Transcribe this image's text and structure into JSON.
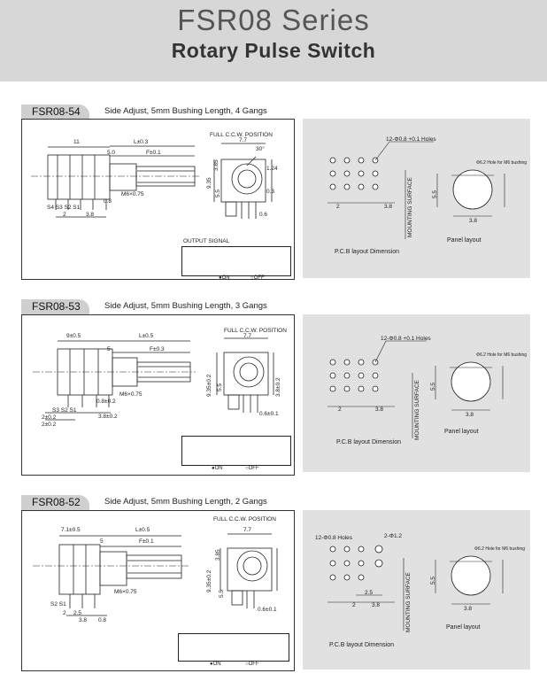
{
  "header": {
    "title": "FSR08 Series",
    "subtitle": "Rotary Pulse Switch"
  },
  "sections": [
    {
      "model": "FSR08-54",
      "description": "Side Adjust, 5mm Bushing Length, 4 Gangs",
      "dims": {
        "width": "11",
        "length": "L±0.3",
        "bushing": "5.0",
        "shaft": "F±0.1",
        "thread": "M6×0.75",
        "pin_pitch": "2",
        "last_pitch": "3.8",
        "switches": "S4 S3 S2 S1",
        "side_w": "7.7",
        "ccw": "FULL C.C.W. POSITION",
        "angle": "30°",
        "h1": "3.85",
        "h2": "9.35",
        "h3": "5.5",
        "h4": "1.24",
        "pin": "0.8",
        "pin2": "0.6",
        "small": "0.3"
      },
      "output_signal": "OUTPUT SIGNAL",
      "legend_on": "●ON",
      "legend_off": "○OFF",
      "pcb": {
        "holes": "12-Φ0.8 +0.1 Holes",
        "d1": "2",
        "d2": "3.8",
        "mounting": "MOUNTING SURFACE",
        "pcb_caption": "P.C.B layout Dimension",
        "panel_caption": "Panel layout",
        "panel_hole": "Φ6.2 Hole for M6 bushing",
        "panel_w": "3.8",
        "panel_h": "5.5"
      }
    },
    {
      "model": "FSR08-53",
      "description": "Side Adjust, 5mm Bushing Length, 3 Gangs",
      "dims": {
        "width": "9±0.5",
        "length": "L±0.5",
        "bushing": "5",
        "shaft": "F±0.3",
        "thread": "M6×0.75",
        "pin_a": "2±0.2",
        "pin_b": "2±0.2",
        "pin_c": "0.8±0.2",
        "last_pitch": "3.8±0.2",
        "switches": "S3 S2 S1",
        "side_w": "7.7",
        "ccw": "FULL C.C.W. POSITION",
        "h2": "9.35±0.2",
        "h3": "5.5",
        "h4": "3.8±0.2",
        "pin2": "0.6±0.1"
      },
      "legend_on": "●ON",
      "legend_off": "○OFF",
      "pcb": {
        "holes": "12-Φ0.8 +0.1 Holes",
        "d1": "2",
        "d2": "3.8",
        "mounting": "MOUNTING SURFACE",
        "pcb_caption": "P.C.B layout Dimension",
        "panel_caption": "Panel layout",
        "panel_hole": "Φ6.2 Hole for M6 bushing",
        "panel_w": "3.8",
        "panel_h": "5.5"
      }
    },
    {
      "model": "FSR08-52",
      "description": "Side Adjust, 5mm Bushing Length, 2 Gangs",
      "dims": {
        "width": "7.1±0.5",
        "length": "L±0.5",
        "bushing": "5",
        "shaft": "F±0.1",
        "thread": "M6×0.75",
        "pin_a": "2",
        "pin_b": "2.5",
        "pin_c": "3.8",
        "pin_d": "0.8",
        "switches": "S2 S1",
        "side_w": "7.7",
        "ccw": "FULL C.C.W. POSITION",
        "h1": "3.85",
        "h2": "9.35±0.2",
        "h3": "5.5",
        "pin2": "0.6±0.1"
      },
      "legend_on": "●ON",
      "legend_off": "○OFF",
      "pcb": {
        "holes": "12-Φ0.8 Holes",
        "holes2": "2-Φ1.2",
        "d1": "2",
        "d2": "2.5",
        "d3": "3.8",
        "mounting": "MOUNTING SURFACE",
        "pcb_caption": "P.C.B layout Dimension",
        "panel_caption": "Panel layout",
        "panel_hole": "Φ6.2 Hole for M6 bushing",
        "panel_w": "3.8",
        "panel_h": "5.5"
      }
    }
  ]
}
